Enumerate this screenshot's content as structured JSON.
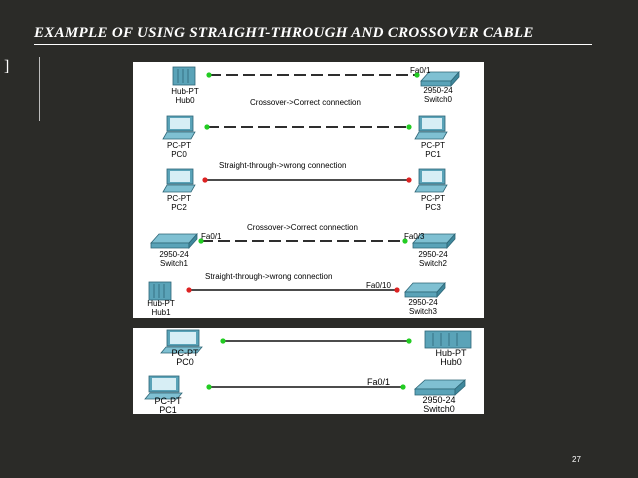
{
  "slide": {
    "title": "EXAMPLE OF USING STRAIGHT-THROUGH AND CROSSOVER CABLE",
    "bracket": "]",
    "page_number": "27"
  },
  "colors": {
    "background": "#2b2b28",
    "link_up": "#22cc22",
    "link_down": "#dd2222",
    "device": "#5aa3b8"
  },
  "diagram1": {
    "row1": {
      "left_type": "Hub-PT",
      "left_name": "Hub0",
      "right_port": "Fa0/1",
      "right_type": "2950-24",
      "right_name": "Switch0",
      "caption": "Crossover->Correct connection"
    },
    "row2": {
      "left_type": "PC-PT",
      "left_name": "PC0",
      "right_type": "PC-PT",
      "right_name": "PC1"
    },
    "row3": {
      "caption": "Straight-through->wrong connection",
      "left_type": "PC-PT",
      "left_name": "PC2",
      "right_type": "PC-PT",
      "right_name": "PC3"
    },
    "row4": {
      "caption": "Crossover->Correct connection",
      "left_port": "Fa0/1",
      "right_port": "Fa0/3",
      "left_type": "2950-24",
      "left_name": "Switch1",
      "right_type": "2950-24",
      "right_name": "Switch2"
    },
    "row5": {
      "caption": "Straight-through->wrong connection",
      "right_port": "Fa0/10",
      "left_type": "Hub-PT",
      "left_name": "Hub1",
      "right_type": "2950-24",
      "right_name": "Switch3"
    }
  },
  "diagram2": {
    "row1": {
      "left_type": "PC-PT",
      "left_name": "PC0",
      "right_type": "Hub-PT",
      "right_name": "Hub0"
    },
    "row2": {
      "right_port": "Fa0/1",
      "left_type": "PC-PT",
      "left_name": "PC1",
      "right_type": "2950-24",
      "right_name": "Switch0"
    }
  }
}
